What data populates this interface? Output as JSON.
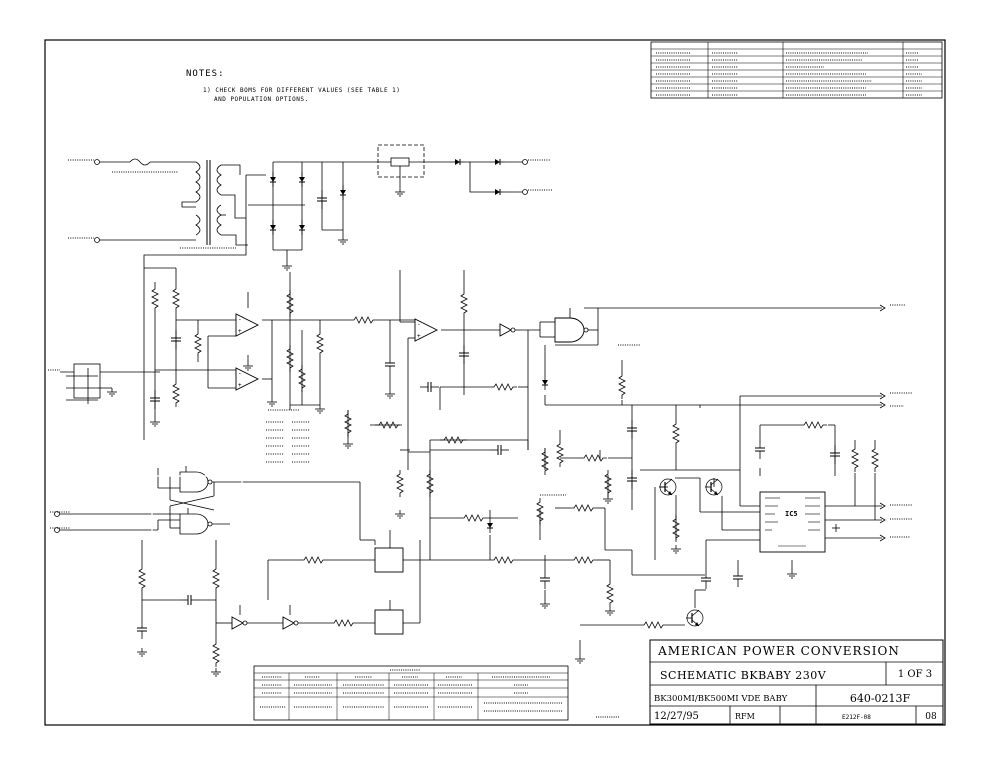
{
  "notes": {
    "title": "NOTES:",
    "line1": "1) CHECK BOMS FOR DIFFERENT VALUES (SEE TABLE 1)",
    "line2": "AND POPULATION OPTIONS."
  },
  "title_block": {
    "company": "AMERICAN POWER CONVERSION",
    "title": "SCHEMATIC BKBABY 230V",
    "sheet": "1 OF 3",
    "model": "BK300MI/BK500MI VDE BABY",
    "doc_number": "640-0213F",
    "date": "12/27/95",
    "drawn_by": "RFM",
    "file": "E212F-08",
    "revision": "08"
  },
  "components": {
    "ic5": "IC5"
  },
  "icons": {
    "ground": "ground-icon",
    "diode": "diode-icon",
    "transistor": "transistor-icon",
    "opamp": "opamp-icon",
    "transformer": "transformer-icon",
    "fuse": "fuse-icon",
    "resistor": "resistor-icon",
    "capacitor": "capacitor-icon"
  }
}
